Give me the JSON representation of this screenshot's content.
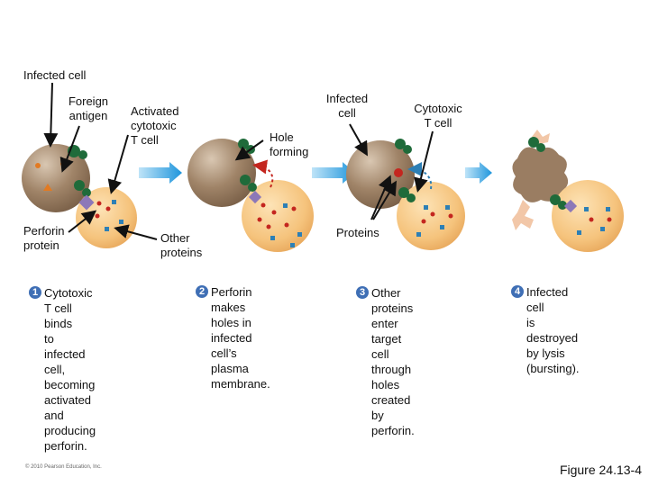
{
  "labels": {
    "infected_cell_1": "Infected cell",
    "foreign_antigen": "Foreign\nantigen",
    "activated_tcell": "Activated\ncytotoxic\nT cell",
    "perforin_protein": "Perforin\nprotein",
    "other_proteins": "Other\nproteins",
    "infected_cell_2": "Infected\ncell",
    "hole_forming": "Hole\nforming",
    "cytotoxic_tcell": "Cytotoxic\nT cell",
    "proteins": "Proteins"
  },
  "steps": [
    {
      "num": "1",
      "text": "Cytotoxic T cell binds\nto infected cell,\nbecoming activated\nand producing\nperforin."
    },
    {
      "num": "2",
      "text": "Perforin makes\nholes in\ninfected cell’s\nplasma membrane."
    },
    {
      "num": "3",
      "text": "Other proteins\nenter target cell\nthrough holes\ncreated by\nperforin."
    },
    {
      "num": "4",
      "text": "Infected cell\nis destroyed\nby lysis\n(bursting)."
    }
  ],
  "footer": {
    "copyright": "© 2010 Pearson Education, Inc.",
    "figure": "Figure 24.13-4"
  },
  "colors": {
    "infected_cell": "#a08468",
    "tcell": "#f3c27a",
    "arrow": "#2a9fe0",
    "perforin": "#c4261f",
    "protein_blue": "#2d7fb5",
    "receptor": "#1f6b3a",
    "step_badge": "#3f6fb5"
  }
}
